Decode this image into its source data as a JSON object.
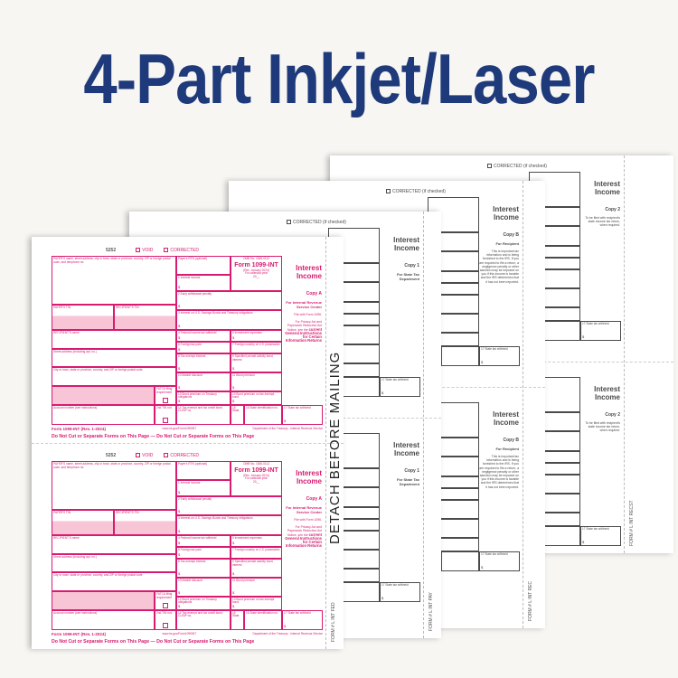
{
  "title": "4-Part Inkjet/Laser",
  "detach_text": "DETACH BEFORE MAILING",
  "colors": {
    "title": "#1e3a7b",
    "copy_a": "#d81b70",
    "copy_a_fill": "#f7c5d6",
    "gray": "#4a4a4a"
  },
  "form": {
    "form_code": "5252",
    "void": "VOID",
    "corrected": "CORRECTED",
    "corrected_if_checked": "CORRECTED (if checked)",
    "omb": "OMB No. 1545-0112",
    "form_name": "Form 1099-INT",
    "rev": "(Rev. January 2024)",
    "calendar_year": "For calendar year",
    "year_blank": "20__",
    "form_title": "Interest Income",
    "labels": {
      "payer": "PAYER'S name, street address, city or town, state or province, country, ZIP or foreign postal code, and telephone no.",
      "rtn": "Payer's RTN (optional)",
      "b1": "1 Interest income",
      "b2": "2 Early withdrawal penalty",
      "b3": "3 Interest on U.S. Savings Bonds and Treasury obligations",
      "payer_tin": "PAYER'S TIN",
      "recipient_tin": "RECIPIENT'S TIN",
      "recipient_name": "RECIPIENT'S name",
      "street": "Street address (including apt. no.)",
      "city": "City or town, state or province, country, and ZIP or foreign postal code",
      "fatca": "FATCA filing requirement",
      "account": "Account number (see instructions)",
      "second_tin": "2nd TIN not.",
      "b4": "4 Federal income tax withheld",
      "b5": "5 Investment expenses",
      "b6": "6 Foreign tax paid",
      "b7": "7 Foreign country or U.S. possession",
      "b8": "8 Tax-exempt interest",
      "b9": "9 Specified private activity bond interest",
      "b10": "10 Market discount",
      "b11": "11 Bond premium",
      "b12": "12 Bond premium on Treasury obligations",
      "b13": "13 Bond premium on tax-exempt bond",
      "b14": "14 Tax-exempt and tax credit bond CUSIP no.",
      "b15": "15 State",
      "b16": "16 State identification no.",
      "b17": "17 State tax withheld",
      "dollar": "$"
    },
    "footer_form": "Form 1099-INT (Rev. 1-2024)",
    "footer_url": "www.irs.gov/Form1099INT",
    "footer_dept": "Department of the Treasury - Internal Revenue Service",
    "do_not_cut": "Do Not Cut or Separate Forms on This Page  —  Do Not Cut or Separate Forms on This Page"
  },
  "copies": [
    {
      "copy": "Copy A",
      "sub": "For Internal Revenue Service Center",
      "note": "File with Form 1096.",
      "note2": "For Privacy Act and Paperwork Reduction Act Notice, see the",
      "note3": "current General Instructions for Certain Information Returns",
      "vcode": "FORM # L INT FED"
    },
    {
      "copy": "Copy 1",
      "sub": "For State Tax Department",
      "vcode": "FORM # L INT PAY"
    },
    {
      "copy": "Copy B",
      "sub": "For Recipient",
      "note": "This is important tax information and is being furnished to the IRS. If you are required to file a return, a negligence penalty or other sanction may be imposed on you if this income is taxable and the IRS determines that it has not been reported.",
      "vcode": "FORM # L INT REC"
    },
    {
      "copy": "Copy 2",
      "note": "To be filed with recipient's state income tax return, when required.",
      "vcode": "FORM # L INT RECST"
    }
  ]
}
